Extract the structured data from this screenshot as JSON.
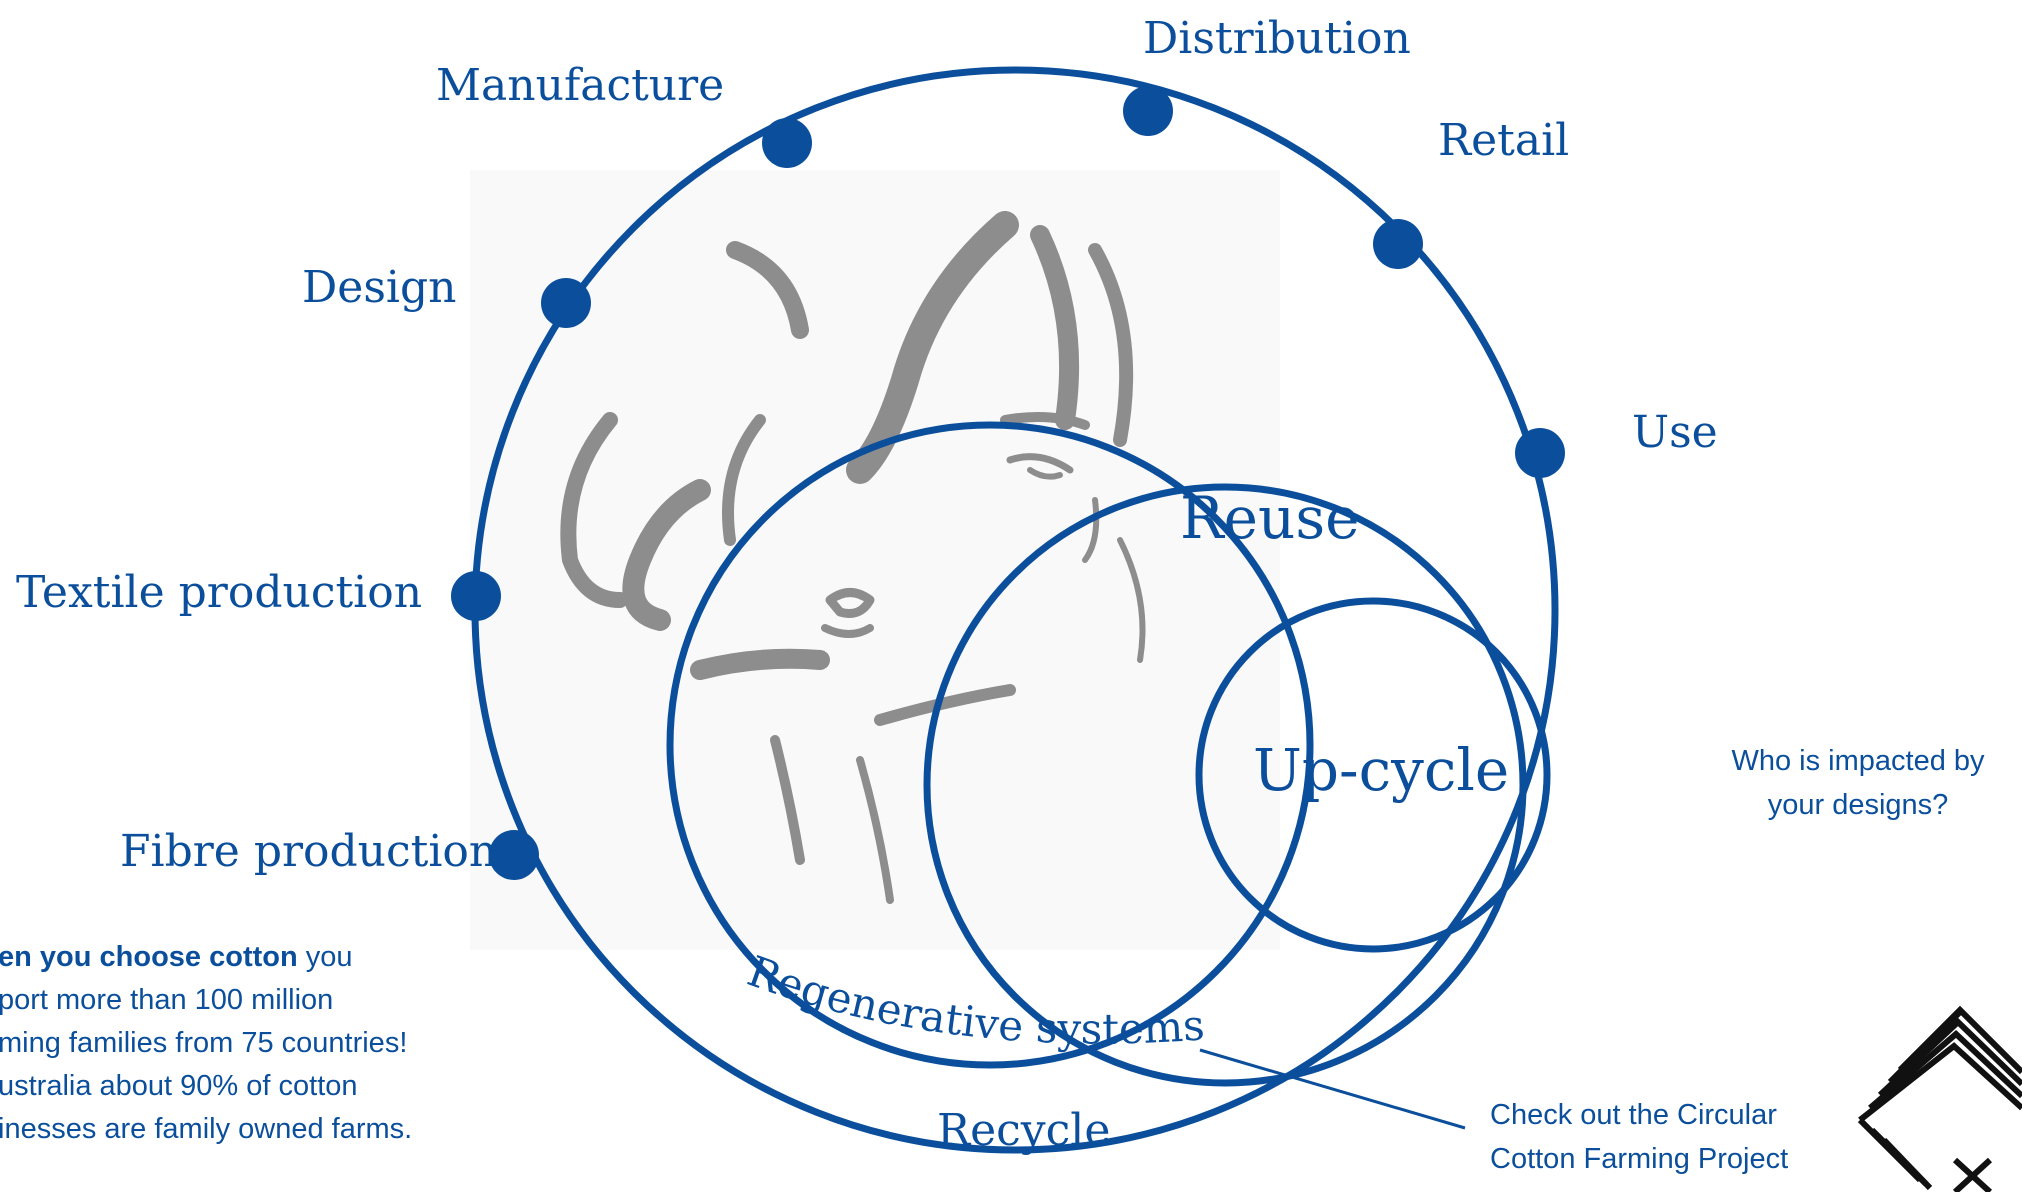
{
  "stages": {
    "manufacture": "Manufacture",
    "distribution": "Distribution",
    "retail": "Retail",
    "design": "Design",
    "use": "Use",
    "textile_production": "Textile production",
    "fibre_production": "Fibre production"
  },
  "loops": {
    "reuse": "Reuse",
    "upcycle": "Up-cycle",
    "regenerative": "Regenerative systems",
    "recycle": "Recycle"
  },
  "question": {
    "line1": "Who is impacted by",
    "line2": "your designs?"
  },
  "cotton_note": {
    "bold": "en you choose cotton",
    "line1_rest": " you",
    "line2": "port more than 100 million",
    "line3": "ming families from 75 countries!",
    "line4": "ustralia about 90% of cotton",
    "line5": "inesses are family owned farms."
  },
  "project_link": {
    "line1": "Check out the Circular",
    "line2": "Cotton Farming Project"
  },
  "colors": {
    "accent": "#0B4F9C",
    "sketch": "#8d8d8d"
  }
}
